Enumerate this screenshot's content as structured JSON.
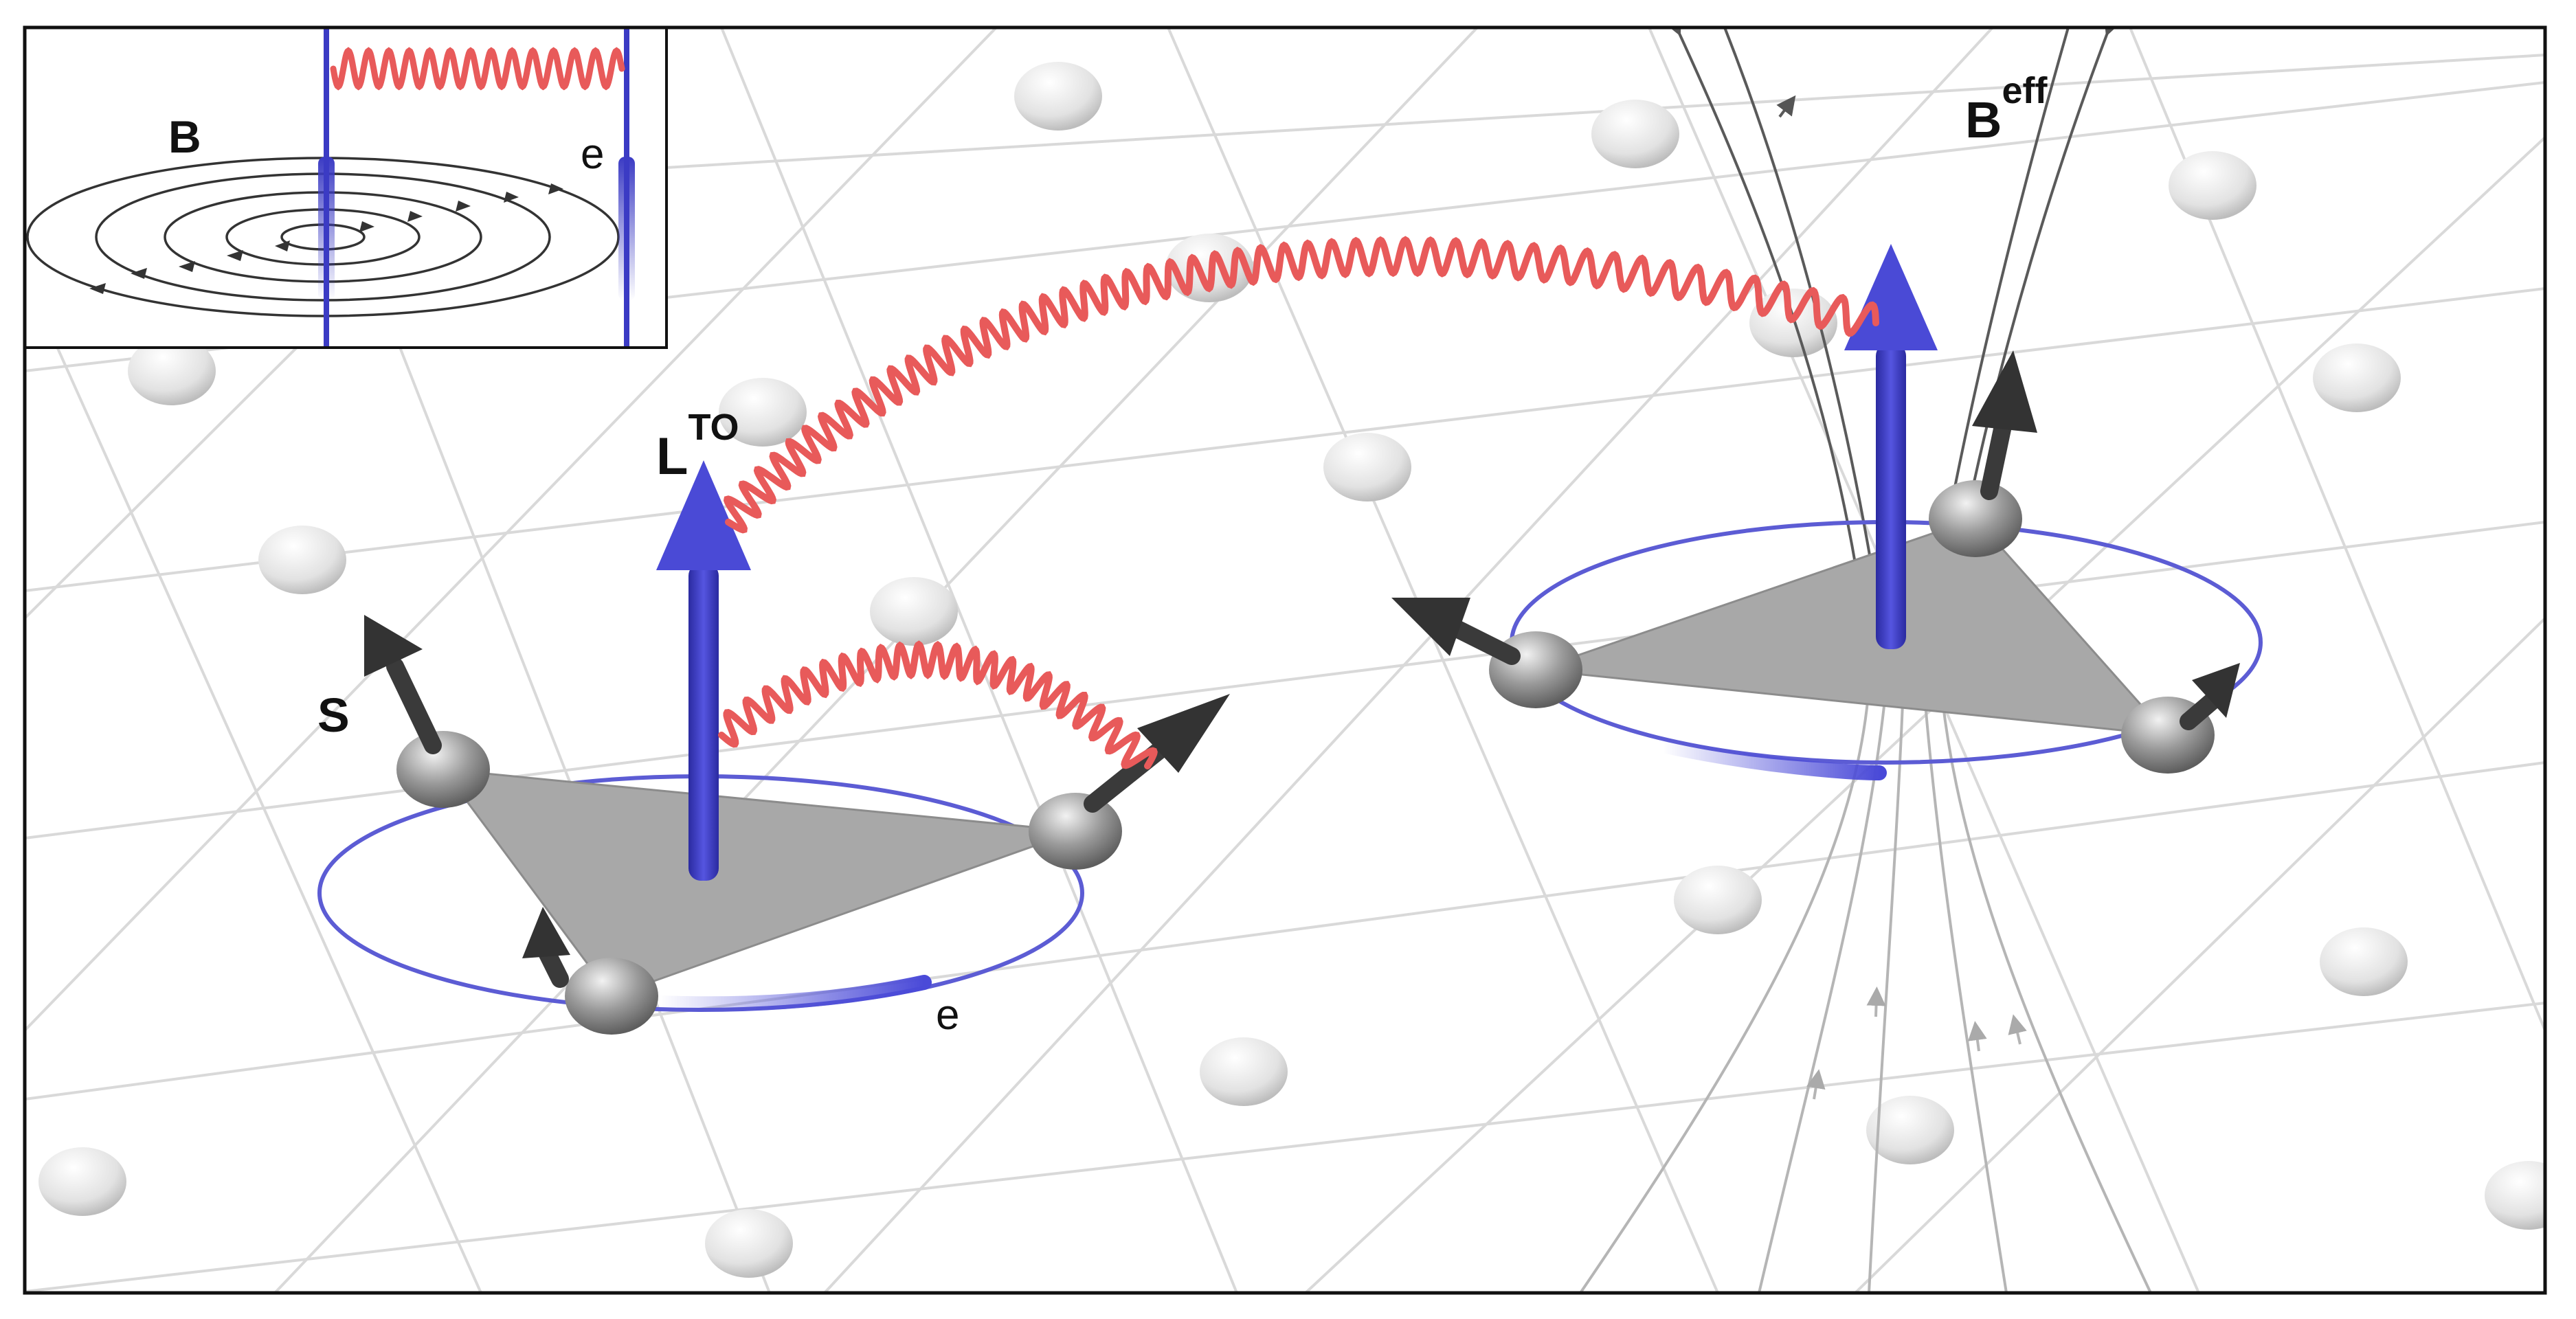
{
  "labels": {
    "inset_field": "B",
    "inset_electron": "e",
    "orbital_moment_base": "L",
    "orbital_moment_sup": "TO",
    "spin": "S",
    "electron": "e",
    "effective_field_base": "B",
    "effective_field_sup": "eff"
  },
  "colors": {
    "background": "#ffffff",
    "lattice_line": "#d6d6d6",
    "lattice_atom": "#e6e6e6",
    "orbit_ring": "#5a5ad0",
    "moment_arrow": "#3b3bc4",
    "spring_coupling": "#e85a5a",
    "spin_atom": "#8a8a8a",
    "spin_arrow": "#3a3a3a",
    "triangle_fill": "#a9a9a9",
    "field_line_dark": "#555555",
    "field_line_light": "#b0b0b0",
    "frame": "#111111"
  }
}
